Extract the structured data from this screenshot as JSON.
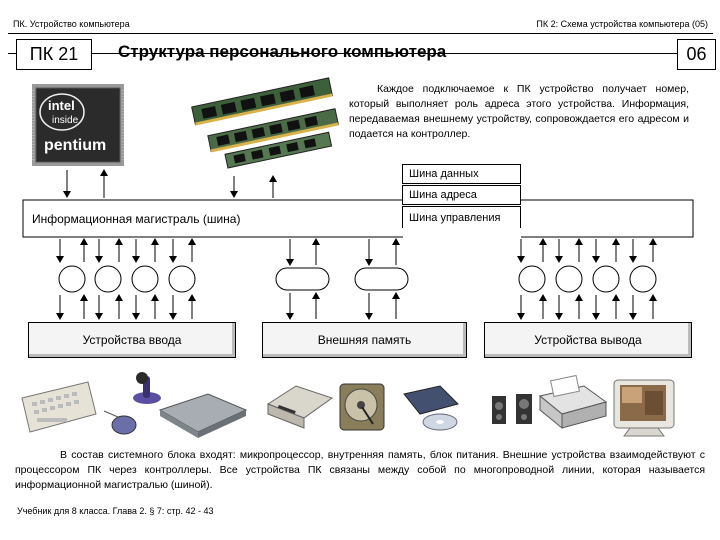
{
  "header": {
    "left": "ПК. Устройство компьютера",
    "right": "ПК 2: Схема устройства компьютера (05)"
  },
  "slide": {
    "code": "ПК 21",
    "title": "Структура персонального компьютера",
    "number": "06"
  },
  "intro_text": "Каждое подключаемое к ПК устройство получает номер, который выполняет роль адреса этого устройства. Информация, передаваемая внешнему устройству, сопровождается его адресом и подается на контроллер.",
  "bus_types": {
    "data": "Шина данных",
    "address": "Шина адреса",
    "control": "Шина управления"
  },
  "bus_label": "Информационная магистраль (шина)",
  "devices": {
    "input": "Устройства ввода",
    "storage": "Внешняя память",
    "output": "Устройства вывода"
  },
  "processor_logo": {
    "line1": "intel",
    "line2": "inside",
    "line3": "pentium"
  },
  "bottom_text": "В состав системного блока входят: микропроцессор, внутренняя память, блок питания. Внешние устройства взаимодействуют с процессором ПК через контроллеры. Все устройства ПК связаны между собой по многопроводной линии, которая называется информационной магистралью (шиной).",
  "footer": "Учебник для 8 класса. Глава 2. § 7: стр. 42 - 43"
}
